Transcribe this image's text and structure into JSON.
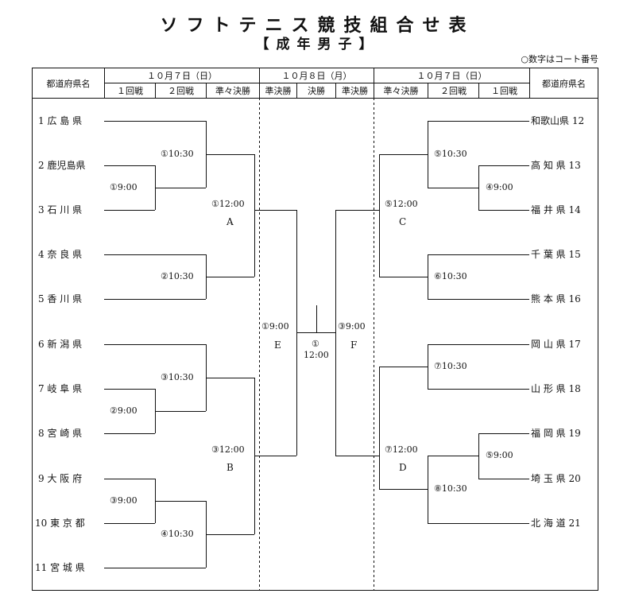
{
  "title": "ソフトテニス競技組合せ表",
  "subtitle": "【成年男子】",
  "note": "○数字はコート番号",
  "header": {
    "pref_label_left": "都道府県名",
    "pref_label_right": "都道府県名",
    "day1_left": "１０月７日（日）",
    "day2": "１０月８日（月）",
    "day1_right": "１０月７日（日）",
    "rounds_left": [
      "１回戦",
      "２回戦",
      "準々決勝"
    ],
    "rounds_center": [
      "準決勝",
      "決勝",
      "準決勝"
    ],
    "rounds_right": [
      "準々決勝",
      "２回戦",
      "１回戦"
    ]
  },
  "left_teams": [
    {
      "num": "1",
      "name": "広 島 県"
    },
    {
      "num": "2",
      "name": "鹿児島県"
    },
    {
      "num": "3",
      "name": "石 川 県"
    },
    {
      "num": "4",
      "name": "奈 良 県"
    },
    {
      "num": "5",
      "name": "香 川 県"
    },
    {
      "num": "6",
      "name": "新 潟 県"
    },
    {
      "num": "7",
      "name": "岐 阜 県"
    },
    {
      "num": "8",
      "name": "宮 崎 県"
    },
    {
      "num": "9",
      "name": "大 阪 府"
    },
    {
      "num": "10",
      "name": "東 京 都"
    },
    {
      "num": "11",
      "name": "宮 城 県"
    }
  ],
  "right_teams": [
    {
      "num": "12",
      "name": "和歌山県"
    },
    {
      "num": "13",
      "name": "高 知 県"
    },
    {
      "num": "14",
      "name": "福 井 県"
    },
    {
      "num": "15",
      "name": "千 葉 県"
    },
    {
      "num": "16",
      "name": "熊 本 県"
    },
    {
      "num": "17",
      "name": "岡 山 県"
    },
    {
      "num": "18",
      "name": "山 形 県"
    },
    {
      "num": "19",
      "name": "福 岡 県"
    },
    {
      "num": "20",
      "name": "埼 玉 県"
    },
    {
      "num": "21",
      "name": "北 海 道"
    }
  ],
  "match_labels": {
    "l_r1_a": "①9:00",
    "l_r1_b": "②9:00",
    "l_r1_c": "③9:00",
    "l_r2_a": "①10:30",
    "l_r2_b": "②10:30",
    "l_r2_c": "③10:30",
    "l_r2_d": "④10:30",
    "l_qf_a": "①12:00",
    "l_qf_b": "③12:00",
    "group_a": "A",
    "group_b": "B",
    "r_r1_a": "④9:00",
    "r_r1_b": "⑤9:00",
    "r_r2_a": "⑤10:30",
    "r_r2_b": "⑥10:30",
    "r_r2_c": "⑦10:30",
    "r_r2_d": "⑧10:30",
    "r_qf_c": "⑤12:00",
    "r_qf_d": "⑦12:00",
    "group_c": "C",
    "group_d": "D",
    "sf_left": "①9:00",
    "sf_right": "③9:00",
    "group_e": "E",
    "group_f": "F",
    "final_court": "①",
    "final_time": "12:00"
  }
}
